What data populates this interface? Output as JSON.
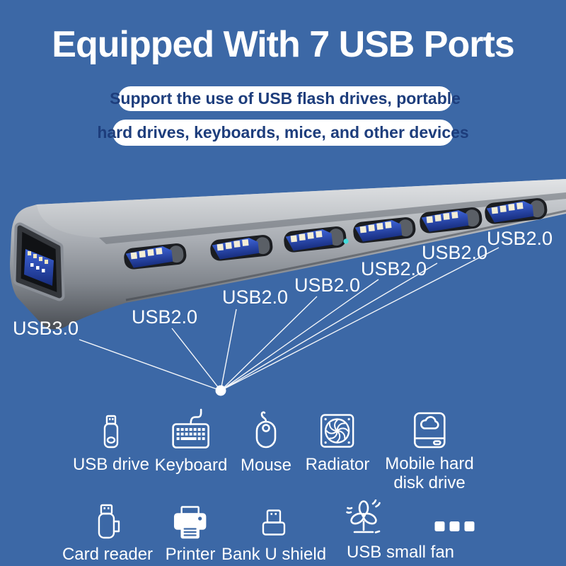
{
  "colors": {
    "background": "#3c68a6",
    "pill_text_navy": "#1d3d7c",
    "label_white": "#ffffff",
    "hub_metal_light": "#d2d5d9",
    "hub_metal_dark": "#4a4e55",
    "usb_tongue_blue": "#2c4fb8",
    "usb_pins_gold": "#f0e6c0",
    "led_cyan": "#44dcdc"
  },
  "header": {
    "title": "Equipped With 7 USB Ports"
  },
  "subtitle": {
    "line1": "Support the use of USB flash drives, portable",
    "line2": "hard drives, keyboards, mice, and other devices"
  },
  "hub": {
    "ports": [
      {
        "label": "USB3.0"
      },
      {
        "label": "USB2.0"
      },
      {
        "label": "USB2.0"
      },
      {
        "label": "USB2.0"
      },
      {
        "label": "USB2.0"
      },
      {
        "label": "USB2.0"
      },
      {
        "label": "USB2.0"
      }
    ],
    "led": "power-led"
  },
  "devices": {
    "row1": [
      {
        "name": "usb-drive",
        "label": "USB drive"
      },
      {
        "name": "keyboard",
        "label": "Keyboard"
      },
      {
        "name": "mouse",
        "label": "Mouse"
      },
      {
        "name": "radiator",
        "label": "Radiator"
      },
      {
        "name": "mobile-hard-disk-drive",
        "label_line1": "Mobile hard",
        "label_line2": "disk drive"
      }
    ],
    "row2": [
      {
        "name": "card-reader",
        "label": "Card reader"
      },
      {
        "name": "printer",
        "label": "Printer"
      },
      {
        "name": "bank-u-shield",
        "label": "Bank U shield"
      },
      {
        "name": "usb-small-fan",
        "label": "USB small fan"
      },
      {
        "name": "more-devices",
        "label": ""
      }
    ]
  }
}
